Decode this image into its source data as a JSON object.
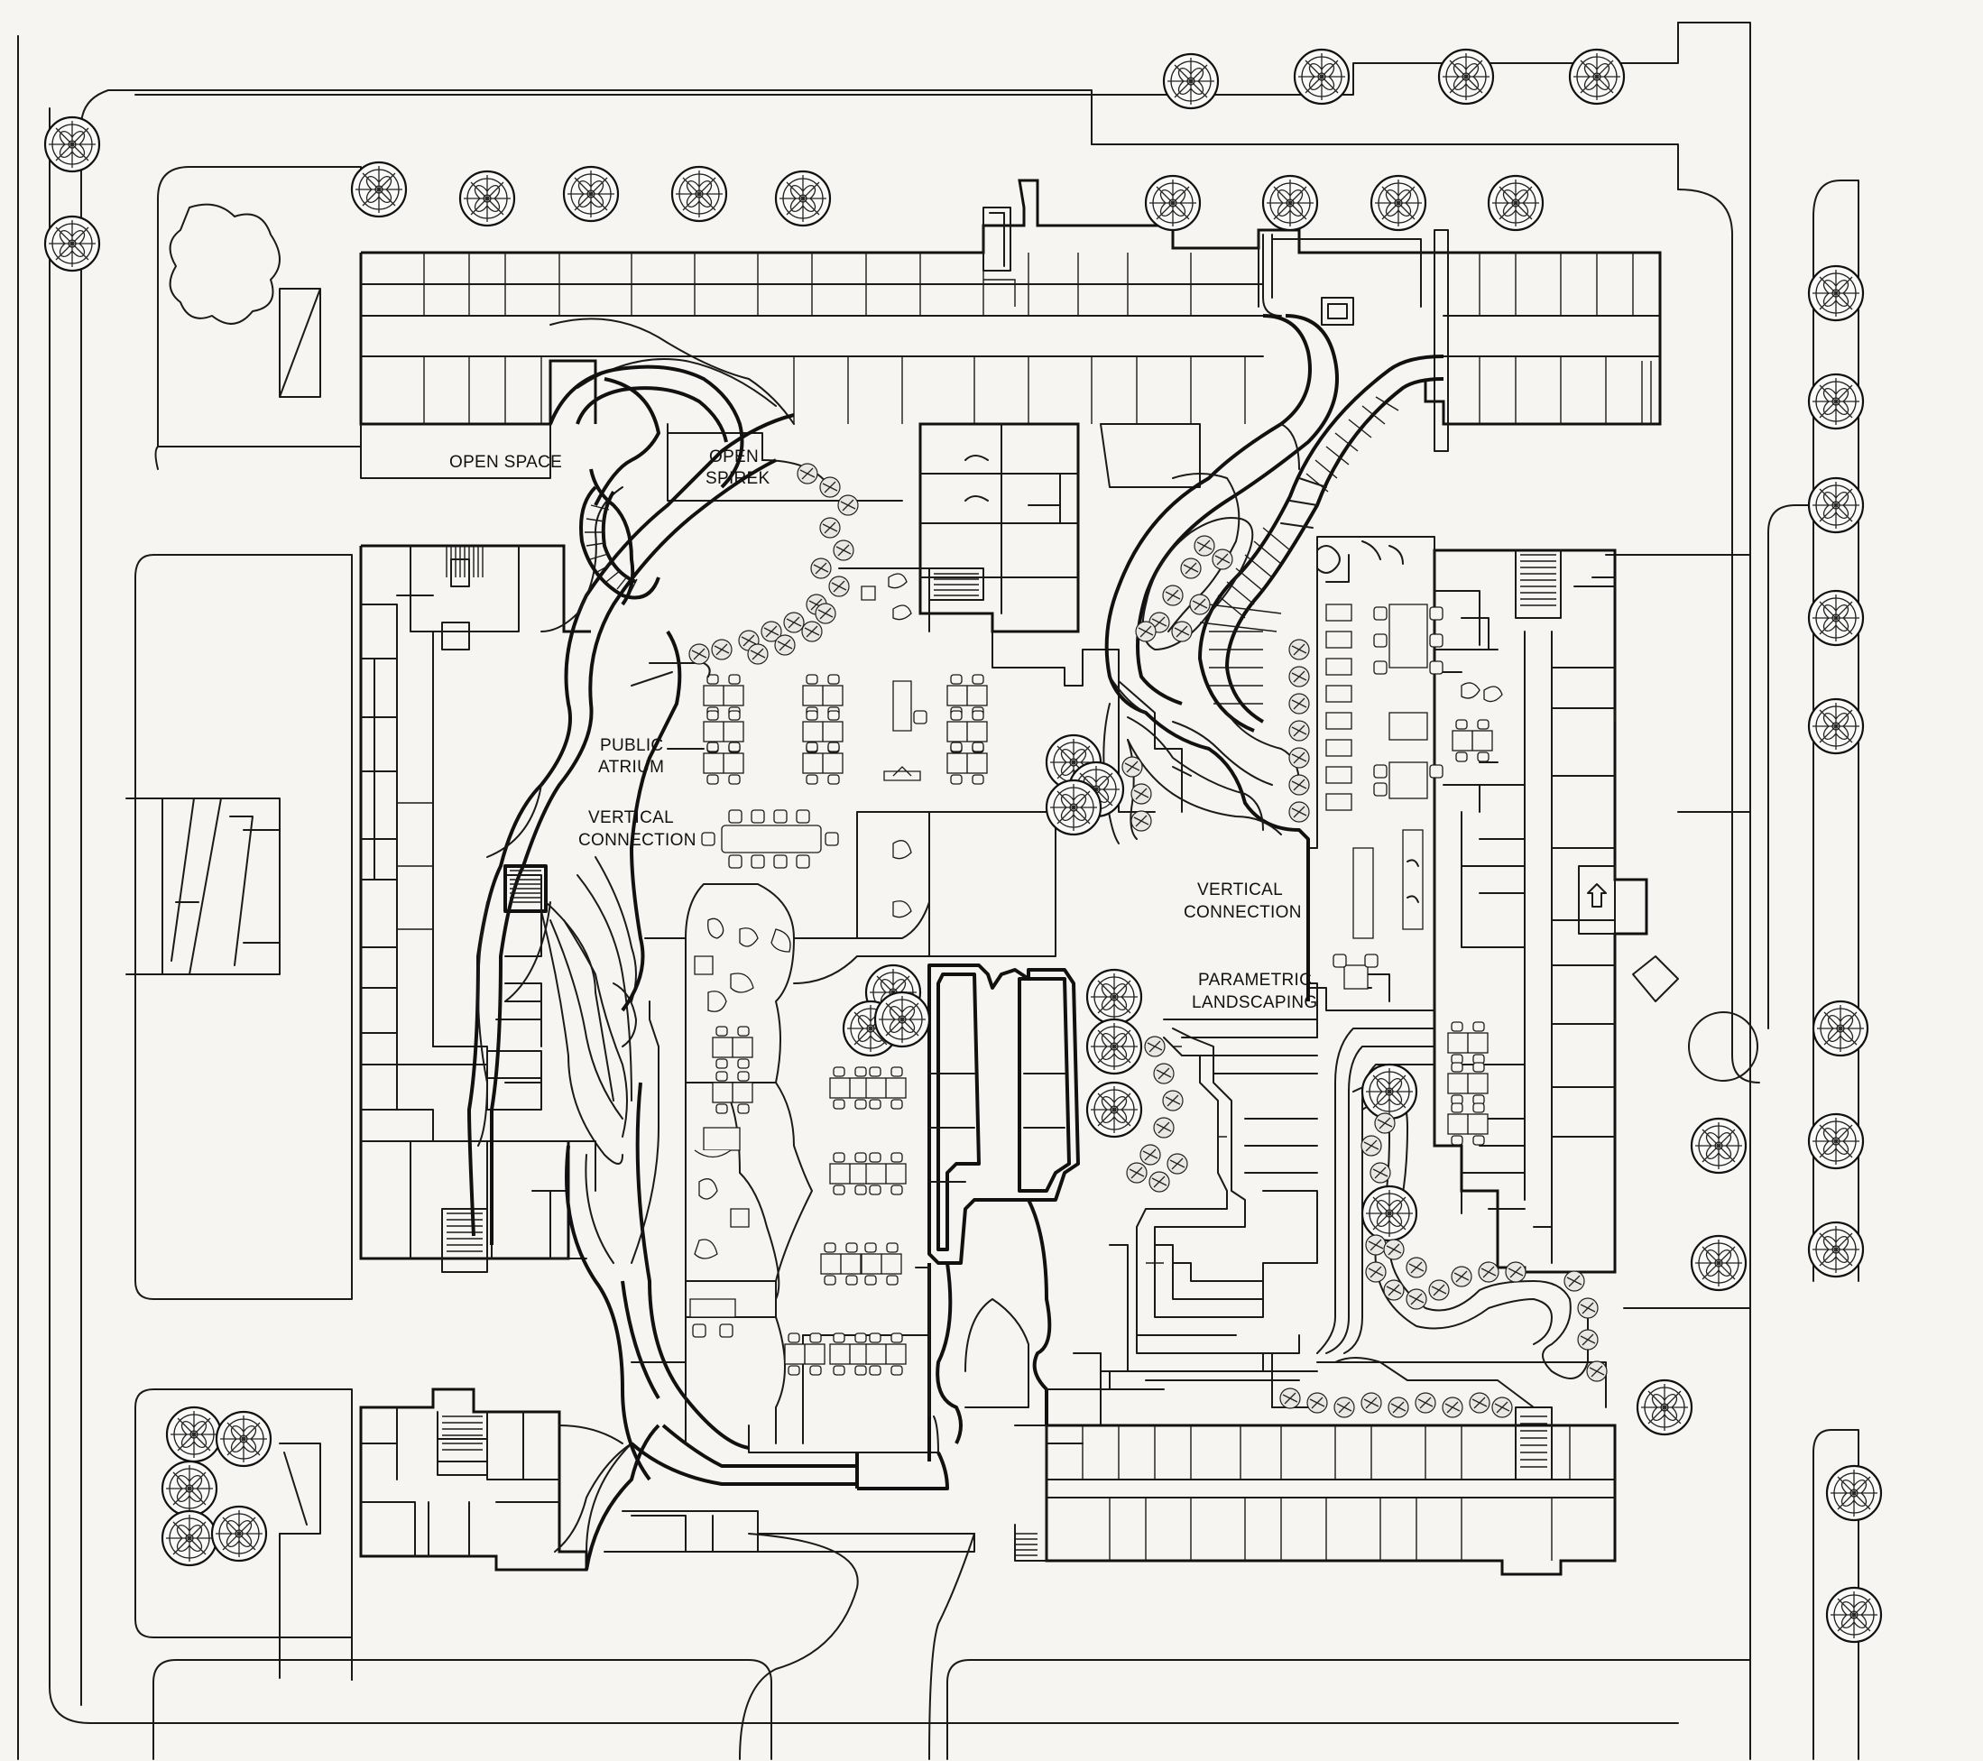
{
  "labels": {
    "open_space": "OPEN SPACE",
    "open_spirek_1": "OPEN",
    "open_spirek_2": "SPIREK",
    "public_atrium_1": "PUBLIC",
    "public_atrium_2": "ATRIUM",
    "vertical_connection_left_1": "VERTICAL",
    "vertical_connection_left_2": "CONNECTION",
    "vertical_connection_right_1": "VERTICAL",
    "vertical_connection_right_2": "CONNECTION",
    "parametric_landscaping_1": "PARAMETRIC",
    "parametric_landscaping_2": "LANDSCAPING"
  },
  "colors": {
    "paper": "#f6f5f2",
    "ink": "#111111"
  }
}
